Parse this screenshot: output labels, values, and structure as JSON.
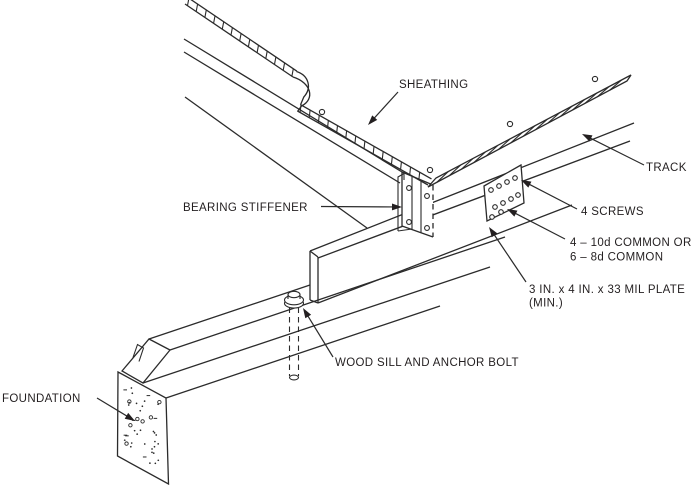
{
  "figure": {
    "background": "#ffffff",
    "line_color": "#2b2b2b",
    "labels": {
      "sheathing": "SHEATHING",
      "track": "TRACK",
      "bearing_stiffener": "BEARING STIFFENER",
      "screws": "4 SCREWS",
      "nails_line1": "4 – 10d COMMON OR",
      "nails_line2": "6 – 8d COMMON",
      "plate_line1": "3 IN. x 4 IN. x 33 MIL PLATE",
      "plate_line2": "(MIN.)",
      "sill_bolt": "WOOD SILL AND ANCHOR BOLT",
      "foundation": "FOUNDATION"
    }
  }
}
